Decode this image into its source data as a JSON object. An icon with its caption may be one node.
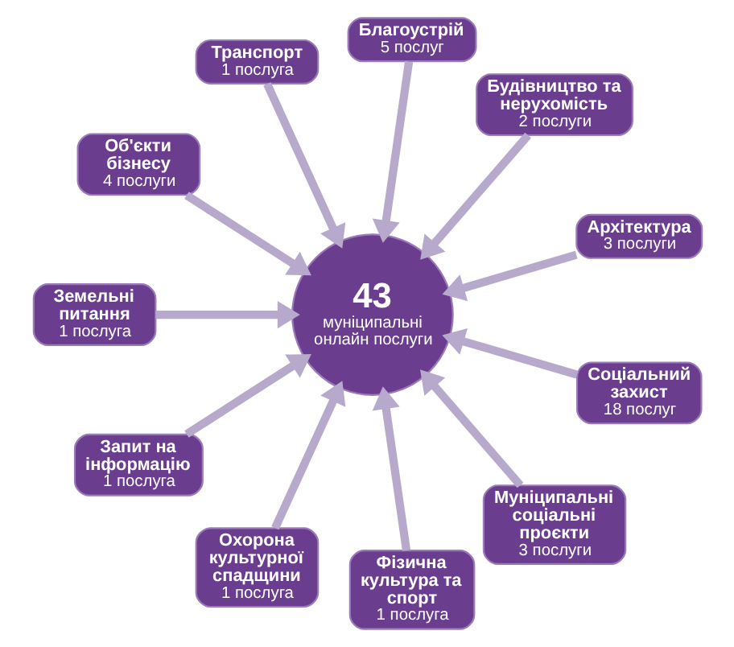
{
  "diagram": {
    "nodes": [
      {
        "text": [
          "43",
          "муніципальні онлайн послуги"
        ]
      },
      {
        "text": [
          "Транспорт",
          "1 послуга"
        ]
      },
      {
        "text": [
          "Благоустрій",
          "5 послуг"
        ]
      },
      {
        "text": [
          "Будівництво та нерухомість",
          "2 послуги"
        ]
      },
      {
        "text": [
          "Архітектура",
          "3 послуги"
        ]
      },
      {
        "text": [
          "Соціальний захист",
          "18 послуг"
        ]
      },
      {
        "text": [
          "Муніципальні соціальні проєкти",
          "3 послуги"
        ]
      },
      {
        "text": [
          "Фізична культура та спорт",
          "1 послуга"
        ]
      },
      {
        "text": [
          "Охорона культурної спадщини",
          "1 послуга"
        ]
      },
      {
        "text": [
          "Запит на інформацію",
          "1 послуга"
        ]
      },
      {
        "text": [
          "Земельні питання",
          "1 послуга"
        ]
      },
      {
        "text": [
          "Об'єкти бізнесу",
          "4 послуги"
        ]
      }
    ],
    "edges": [
      {
        "from": 1,
        "to": 0,
        "arrow": "to"
      },
      {
        "from": 2,
        "to": 0,
        "arrow": "to"
      },
      {
        "from": 3,
        "to": 0,
        "arrow": "to"
      },
      {
        "from": 4,
        "to": 0,
        "arrow": "to"
      },
      {
        "from": 5,
        "to": 0,
        "arrow": "to"
      },
      {
        "from": 6,
        "to": 0,
        "arrow": "to"
      },
      {
        "from": 7,
        "to": 0,
        "arrow": "to"
      },
      {
        "from": 8,
        "to": 0,
        "arrow": "to"
      },
      {
        "from": 9,
        "to": 0,
        "arrow": "to"
      },
      {
        "from": 10,
        "to": 0,
        "arrow": "to"
      },
      {
        "from": 11,
        "to": 0,
        "arrow": "to"
      }
    ]
  }
}
